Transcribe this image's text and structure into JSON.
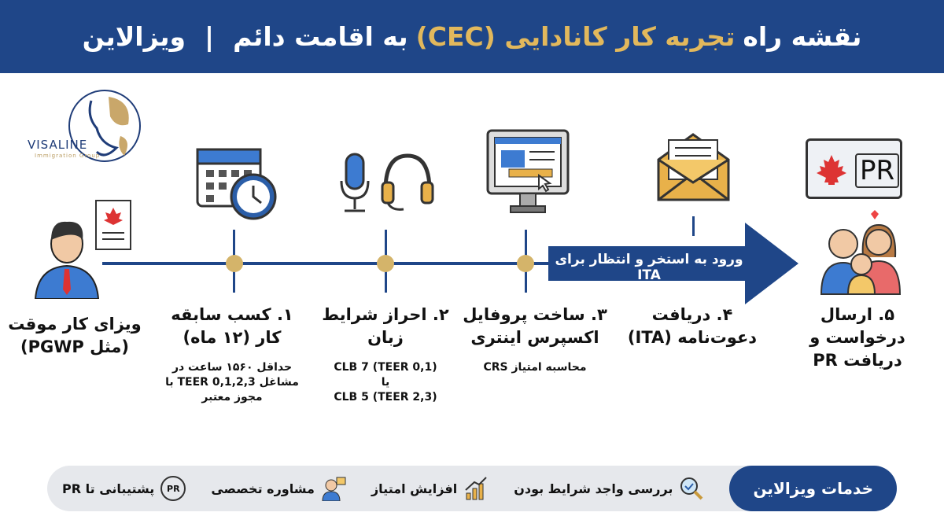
{
  "header": {
    "title_prefix": "نقشه راه",
    "title_highlight": "تجربه کار کانادایی (CEC)",
    "title_suffix": "به اقامت دائم",
    "separator": "|",
    "brand": "ویزالاین"
  },
  "logo": {
    "name": "VISALINE",
    "tagline": "Immigration Group"
  },
  "steps": [
    {
      "title": "ویزای کار موقت (مثل PGWP)",
      "sub": ""
    },
    {
      "title": "۱. کسب سابقه کار (۱۲ ماه)",
      "sub": "حداقل ۱۵۶۰ ساعت در مشاغل TEER 0,1,2,3 با مجوز معتبر"
    },
    {
      "title": "۲. احراز شرایط زبان",
      "sub1": "CLB 7 (TEER 0,1)",
      "sub2": "یا",
      "sub3": "CLB 5 (TEER 2,3)"
    },
    {
      "title": "۳. ساخت پروفایل اکسپرس اینتری",
      "sub": "محاسبه امتیاز CRS"
    },
    {
      "title": "۴. دریافت دعوت‌نامه (ITA)",
      "sub": ""
    },
    {
      "title": "۵. ارسال درخواست و دریافت PR",
      "sub": ""
    }
  ],
  "arrow_label": "ورود به استخر و انتظار برای ITA",
  "pr_card": "PR",
  "footer": {
    "title": "خدمات ویزالاین",
    "services": [
      "بررسی واجد شرایط بودن",
      "افزایش امتیاز",
      "مشاوره تخصصی",
      "پشتیبانی تا PR"
    ],
    "pr_badge": "PR"
  },
  "colors": {
    "primary": "#1f4688",
    "gold": "#d4b46a"
  }
}
